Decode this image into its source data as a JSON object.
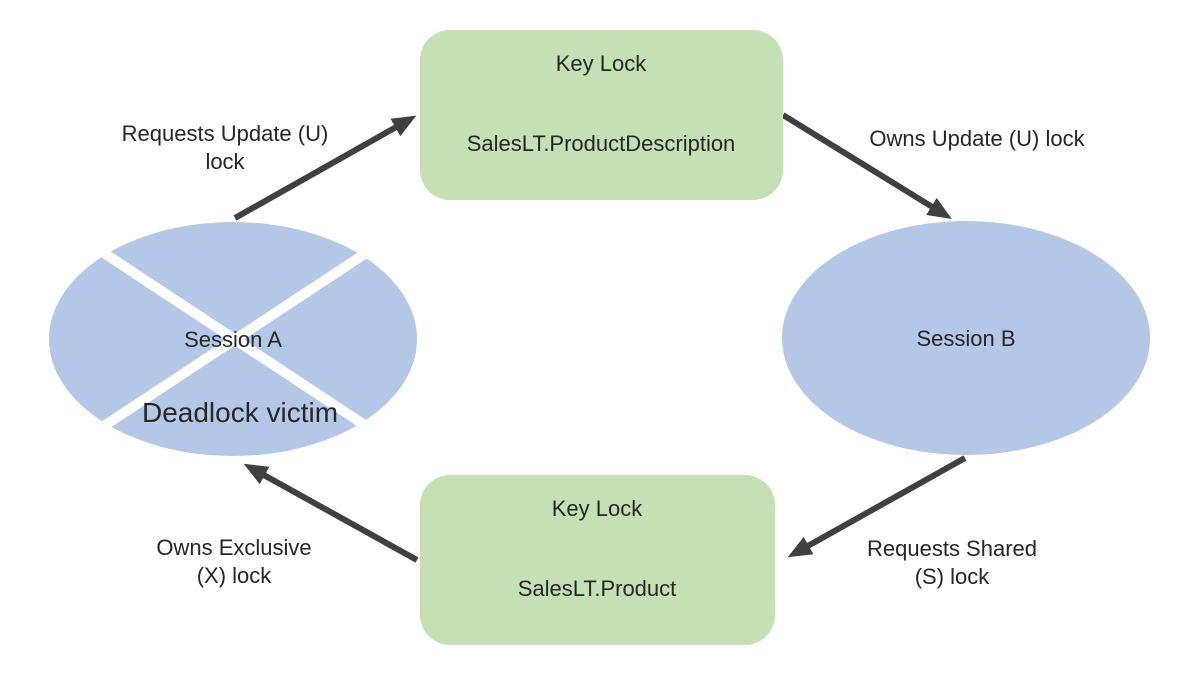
{
  "diagram": {
    "colors": {
      "background": "#ffffff",
      "lock_fill": "#c5e0b4",
      "session_fill": "#b4c7e7",
      "arrow": "#404040",
      "text": "#262626",
      "cross": "#ffffff"
    },
    "nodes": {
      "lock_top": {
        "title": "Key Lock",
        "resource": "SalesLT.ProductDescription"
      },
      "lock_bottom": {
        "title": "Key Lock",
        "resource": "SalesLT.Product"
      },
      "session_a": {
        "label": "Session A",
        "status": "Deadlock victim"
      },
      "session_b": {
        "label": "Session B"
      }
    },
    "edges": {
      "requests_update": {
        "line1": "Requests Update (U)",
        "line2": "lock"
      },
      "owns_update": {
        "line1": "Owns Update (U) lock",
        "line2": ""
      },
      "requests_shared": {
        "line1": "Requests Shared",
        "line2": "(S) lock"
      },
      "owns_exclusive": {
        "line1": "Owns Exclusive",
        "line2": "(X) lock"
      }
    }
  }
}
